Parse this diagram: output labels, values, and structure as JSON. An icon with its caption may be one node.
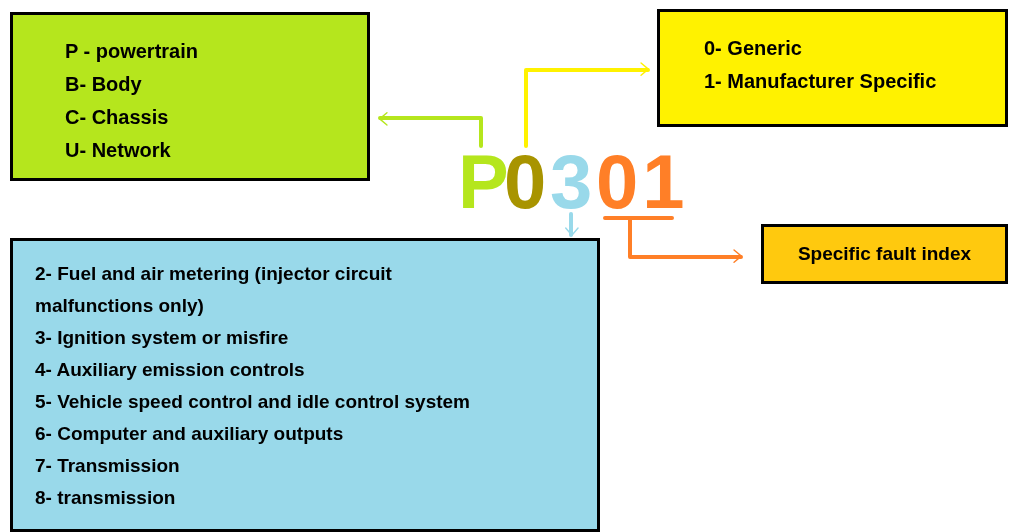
{
  "diagram": {
    "nodes": [
      {
        "text": [
          "P - powertrain",
          "B- Body",
          "C- Chassis",
          "U- Network"
        ]
      },
      {
        "text": [
          "0- Generic",
          "1- Manufacturer Specific"
        ]
      },
      {
        "text": [
          "P"
        ]
      },
      {
        "text": [
          "0"
        ]
      },
      {
        "text": [
          "3"
        ]
      },
      {
        "text": [
          "01"
        ]
      },
      {
        "text": [
          "2- Fuel and air metering (injector circuit malfunctions only)",
          "3- Ignition system or misfire",
          "4- Auxiliary emission controls",
          "5- Vehicle speed control and idle control system",
          "6- Computer and auxiliary outputs",
          "7- Transmission",
          "8- transmission"
        ]
      },
      {
        "text": [
          "Specific fault index"
        ]
      }
    ],
    "edges": [
      {
        "from": 2,
        "to": 0,
        "arrow": "to",
        "color": "#b5e61d"
      },
      {
        "from": 3,
        "to": 1,
        "arrow": "to",
        "color": "#fff200"
      },
      {
        "from": 4,
        "to": 6,
        "arrow": "to",
        "color": "#99d9ea"
      },
      {
        "from": 5,
        "to": 7,
        "arrow": "to",
        "color": "#ff7f27"
      }
    ]
  }
}
